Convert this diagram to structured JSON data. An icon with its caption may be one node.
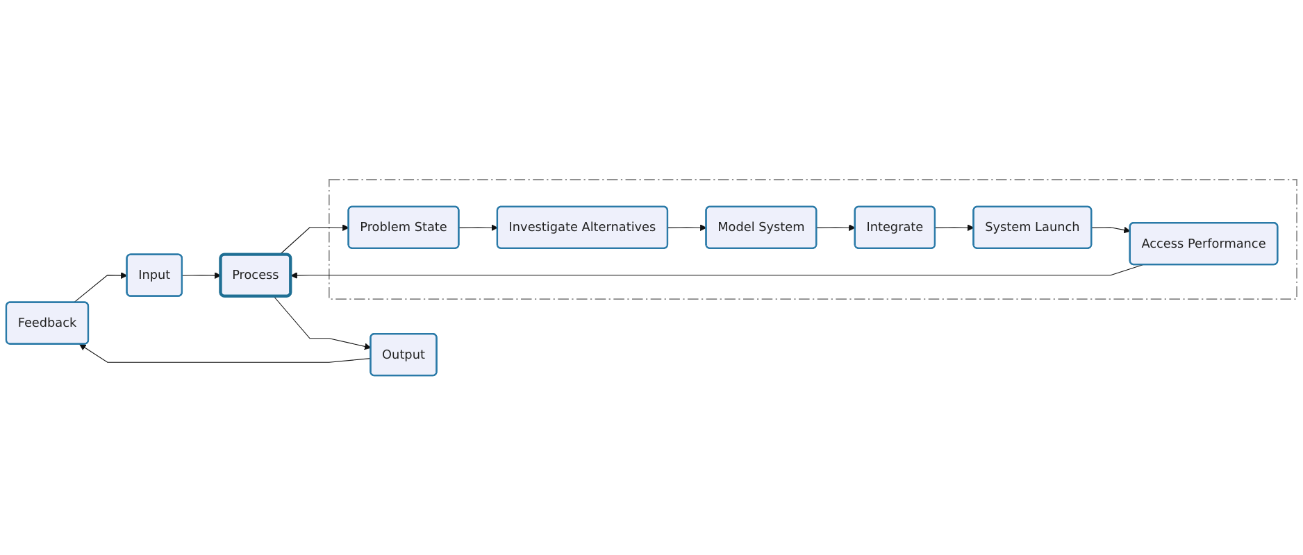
{
  "diagram": {
    "nodes": [
      {
        "text": [
          "Feedback"
        ]
      },
      {
        "text": [
          "Input"
        ]
      },
      {
        "text": [
          "Process"
        ]
      },
      {
        "text": [
          "Output"
        ]
      },
      {
        "text": [],
        "shape": "box"
      },
      {
        "text": [
          "Problem State"
        ],
        "in": 4
      },
      {
        "text": [
          "Investigate Alternatives"
        ],
        "in": 4
      },
      {
        "text": [
          "Model System"
        ],
        "in": 4
      },
      {
        "text": [
          "Integrate"
        ],
        "in": 4
      },
      {
        "text": [
          "System Launch"
        ],
        "in": 4
      },
      {
        "text": [
          "Access Performance"
        ],
        "in": 4
      }
    ],
    "edges": [
      {
        "from": 0,
        "to": 1,
        "arrow": "to"
      },
      {
        "from": 1,
        "to": 2,
        "arrow": "to"
      },
      {
        "from": 2,
        "to": 3,
        "arrow": "to"
      },
      {
        "from": 3,
        "to": 0,
        "arrow": "to"
      },
      {
        "from": 2,
        "to": 5,
        "arrow": "to"
      },
      {
        "from": 5,
        "to": 6,
        "arrow": "to"
      },
      {
        "from": 6,
        "to": 7,
        "arrow": "to"
      },
      {
        "from": 7,
        "to": 8,
        "arrow": "to"
      },
      {
        "from": 8,
        "to": 9,
        "arrow": "to"
      },
      {
        "from": 9,
        "to": 10,
        "arrow": "to"
      },
      {
        "from": 10,
        "to": 2,
        "arrow": "to"
      }
    ]
  }
}
